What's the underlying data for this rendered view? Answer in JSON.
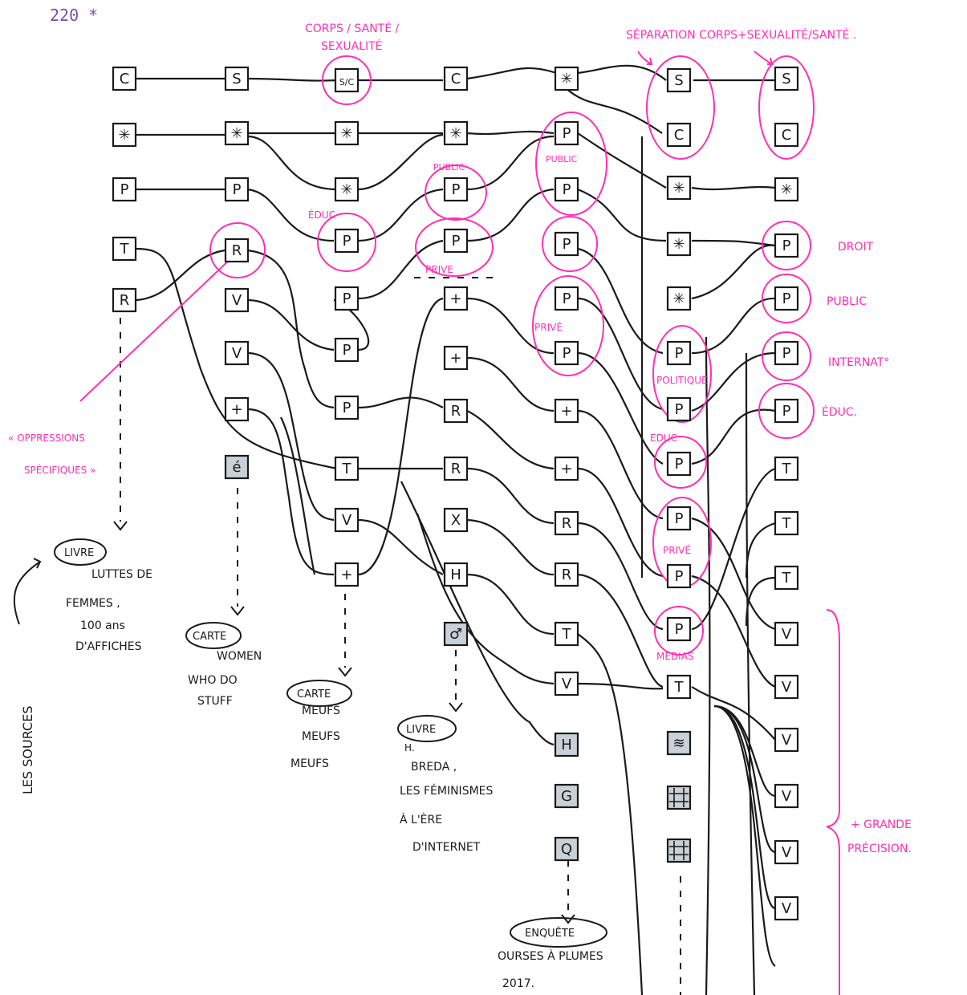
{
  "page_number": "220 *",
  "colors": {
    "ink": "#1a1a1a",
    "accent": "#ff2fb4",
    "shade": "#c9d0d6",
    "number": "#7a4fb0"
  },
  "columns": [
    {
      "id": "c1",
      "boxes": [
        "C",
        "✳",
        "P",
        "T",
        "R"
      ]
    },
    {
      "id": "c2",
      "boxes": [
        "S",
        "✳",
        "P",
        "R",
        "V",
        "V",
        "+",
        "é"
      ]
    },
    {
      "id": "c3",
      "boxes": [
        "S/C",
        "✳",
        "✳",
        "P",
        "P",
        "P",
        "P",
        "T",
        "V",
        "+"
      ]
    },
    {
      "id": "c4",
      "boxes": [
        "C",
        "✳",
        "P",
        "P",
        "+",
        "+",
        "R",
        "R",
        "X",
        "H",
        "♂"
      ]
    },
    {
      "id": "c5",
      "boxes": [
        "✳",
        "P",
        "P",
        "P",
        "P",
        "P",
        "+",
        "+",
        "R",
        "R",
        "T",
        "V",
        "H",
        "G",
        "Q"
      ]
    },
    {
      "id": "c6",
      "boxes": [
        "S",
        "C",
        "✳",
        "✳",
        "✳",
        "P",
        "P",
        "P",
        "P",
        "P",
        "P",
        "T",
        "≋",
        "#",
        "#"
      ]
    },
    {
      "id": "c7",
      "boxes": [
        "S",
        "C",
        "✳",
        "P",
        "P",
        "P",
        "P",
        "T",
        "T",
        "T",
        "V",
        "V",
        "V",
        "V",
        "V",
        "V"
      ]
    }
  ],
  "annotations": {
    "corps_sante": [
      "CORPS / SANTÉ /",
      "SEXUALITÉ"
    ],
    "separation": "SÉPARATION CORPS+SEXUALITÉ/SANTÉ .",
    "public1": "PUBLIC",
    "public2": "PUBLIC",
    "educ1": "ÉDUC",
    "prive1": "PRIVE",
    "prive2": "PRIVÉ",
    "politique": "POLITIQUE",
    "educ2": "EDUC",
    "prive3": "PRIVÉ",
    "medias": "MEDIAS",
    "droit": "DROIT",
    "public3": "PUBLIC",
    "internat": "INTERNAT°",
    "educ3": "ÉDUC.",
    "oppressions": [
      "« OPPRESSIONS",
      "SPÉCIFIQUES »"
    ],
    "grande_precision": [
      "+ GRANDE",
      "PRÉCISION."
    ]
  },
  "sources": {
    "side_label": "LES SOURCES",
    "s1": {
      "tag": "LIVRE",
      "lines": [
        "LUTTES DE",
        "FEMMES ,",
        "100 ans",
        "D'AFFICHES"
      ]
    },
    "s2": {
      "tag": "CARTE",
      "lines": [
        "WOMEN",
        "WHO DO",
        "STUFF"
      ]
    },
    "s3": {
      "tag": "CARTE",
      "lines": [
        "MEUFS",
        "MEUFS",
        "MEUFS"
      ]
    },
    "s4": {
      "tag": "LIVRE",
      "lines": [
        "H.",
        "BREDA ,",
        "LES FÉMINISMES",
        "À L'ÈRE",
        "D'INTERNET"
      ]
    },
    "s5": {
      "tag": "ENQUÊTE",
      "lines": [
        "OURSES À PLUMES",
        "2017."
      ]
    }
  }
}
